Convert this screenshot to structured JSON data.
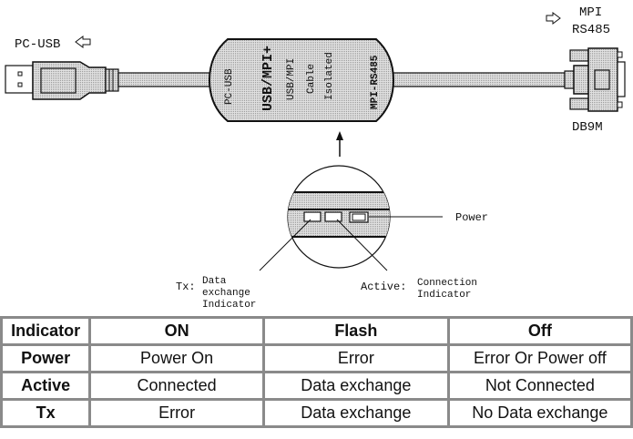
{
  "diagram": {
    "usb_label": "PC-USB",
    "mpi_label_line1": "MPI",
    "mpi_label_line2": "RS485",
    "db9_label": "DB9M",
    "body_text": {
      "pc_usb": "PC-USB",
      "title": "USB/MPI+",
      "sub1": "USB/MPI",
      "sub2": "Cable",
      "sub3": "Isolated",
      "mpi_rs485": "MPI-RS485"
    },
    "callouts": {
      "power": "Power",
      "tx_key": "Tx:",
      "tx_line1": "Data",
      "tx_line2": "exchange",
      "tx_line3": "Indicator",
      "active_key": "Active:",
      "active_line1": "Connection",
      "active_line2": "Indicator"
    },
    "colors": {
      "fill": "#d2d2d2",
      "stroke": "#111111"
    }
  },
  "table": {
    "headers": [
      "Indicator",
      "ON",
      "Flash",
      "Off"
    ],
    "rows": [
      [
        "Power",
        "Power On",
        "Error",
        "Error Or Power off"
      ],
      [
        "Active",
        "Connected",
        "Data exchange",
        "Not Connected"
      ],
      [
        "Tx",
        "Error",
        "Data exchange",
        "No Data exchange"
      ]
    ]
  }
}
